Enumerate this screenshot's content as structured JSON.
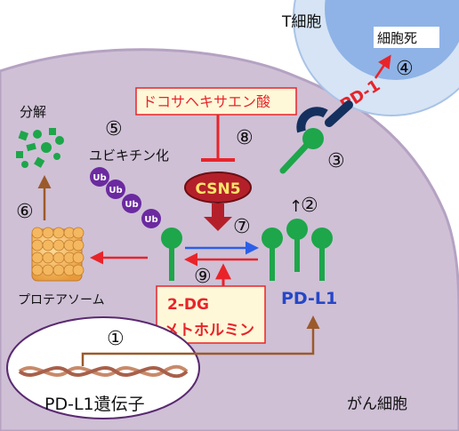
{
  "labels": {
    "t_cell": "T細胞",
    "cell_death": "細胞死",
    "pd1": "PD-1",
    "docosahexaenoic": "ドコサヘキサエン酸",
    "degradation": "分解",
    "ubiquitination": "ユビキチン化",
    "ub": "Ub",
    "csn5": "CSN5",
    "proteasome": "プロテアソーム",
    "pdl1": "PD-L1",
    "twodg": "2-DG",
    "metformin": "メトホルミン",
    "pdl1_gene": "PD-L1遺伝子",
    "cancer_cell": "がん細胞",
    "up_arrow": "↑"
  },
  "steps": [
    "①",
    "②",
    "③",
    "④",
    "⑤",
    "⑥",
    "⑦",
    "⑧",
    "⑨"
  ],
  "colors": {
    "cancer_cell_fill": "#cfc0d6",
    "tcell_outer": "#d6e4f5",
    "tcell_inner": "#8fb3e6",
    "receptor_green": "#1ea64a",
    "pd1_navy": "#14305e",
    "ub_purple": "#6b2aa0",
    "csn5_red": "#b4202a",
    "arrow_red": "#e8242a",
    "arrow_blue": "#2b5fe8",
    "arrow_brown": "#9b5a2a",
    "label_red": "#e8242a",
    "label_blue": "#2547c8"
  }
}
